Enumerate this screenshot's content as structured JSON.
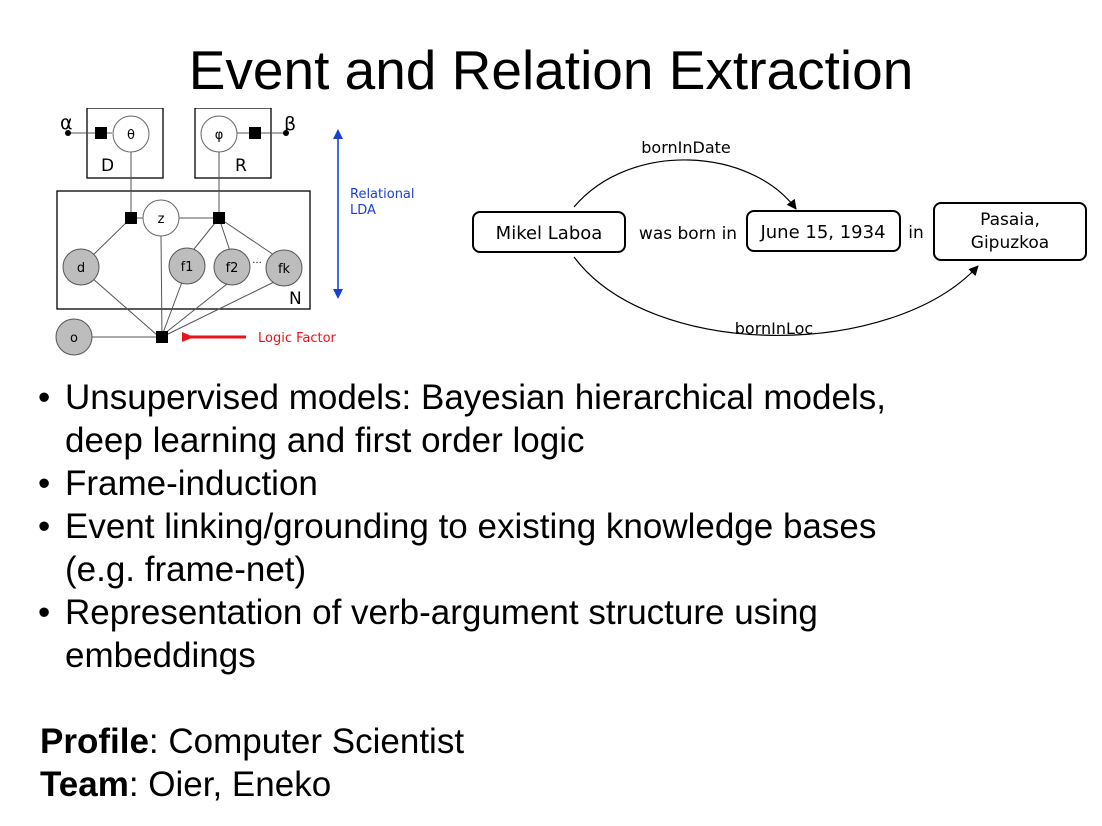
{
  "title": "Event and Relation Extraction",
  "graphical_model": {
    "alpha": "α",
    "beta": "β",
    "theta": "θ",
    "phi": "φ",
    "plate_d": "D",
    "plate_r": "R",
    "plate_n": "N",
    "node_z": "z",
    "node_d": "d",
    "node_f1": "f1",
    "node_f2": "f2",
    "ellipsis": "···",
    "node_fk": "fk",
    "node_o": "o",
    "relational_lda_line1": "Relational",
    "relational_lda_line2": "LDA",
    "logic_factor": "Logic Factor",
    "colors": {
      "relational": "#1a3fd6",
      "logic": "#e8141b",
      "observed": "#bdbdbd"
    }
  },
  "relation_diagram": {
    "entity1": "Mikel Laboa",
    "text1": "was born in",
    "entity2": "June 15, 1934",
    "text2": "in",
    "entity3_line1": "Pasaia,",
    "entity3_line2": "Gipuzkoa",
    "arc_top": "bornInDate",
    "arc_bottom": "bornInLoc"
  },
  "bullets": [
    {
      "bullet": "•",
      "line1": "Unsupervised models:  Bayesian hierarchical models,",
      "line2": "deep learning and first order logic"
    },
    {
      "bullet": "•",
      "line1": "Frame-induction"
    },
    {
      "bullet": "•",
      "line1": "Event linking/grounding  to existing knowledge bases",
      "line2": "(e.g. frame-net)"
    },
    {
      "bullet": "•",
      "line1": "Representation of verb-argument structure using",
      "line2": "embeddings"
    }
  ],
  "profile": {
    "label": "Profile",
    "separator": ": ",
    "value": "Computer Scientist"
  },
  "team": {
    "label": "Team",
    "separator": ": ",
    "value": "Oier, Eneko"
  }
}
